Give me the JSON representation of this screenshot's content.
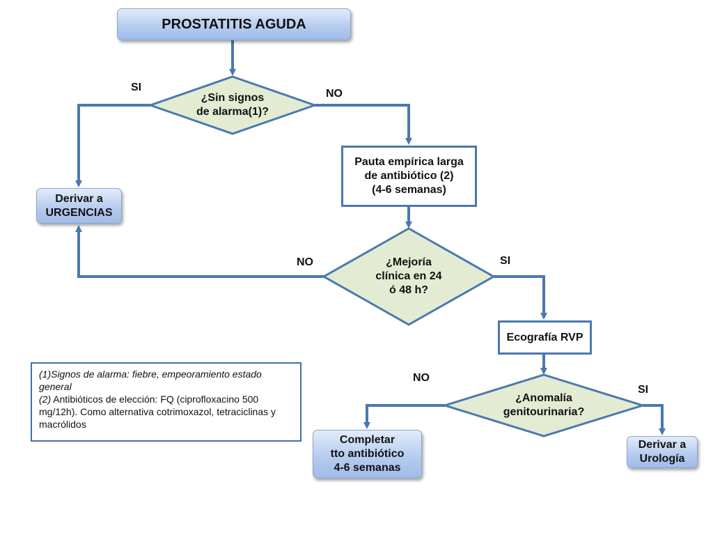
{
  "title": "PROSTATITIS AGUDA",
  "decisions": {
    "alarm": "¿Sin signos\nde alarma(1)?",
    "mejoria": "¿Mejoría\nclínica en 24\nó 48 h?",
    "anomalia": "¿Anomalía\ngenitourinaria?"
  },
  "nodes": {
    "urgencias": "Derivar a\nURGENCIAS",
    "pauta": "Pauta empírica larga\nde antibiótico (2)\n(4-6 semanas)",
    "ecografia": "Ecografía RVP",
    "completar": "Completar\ntto antibiótico\n4-6 semanas",
    "urologia": "Derivar a\nUrología"
  },
  "labels": {
    "si_1": "SI",
    "no_1": "NO",
    "no_2": "NO",
    "si_2": "SI",
    "no_3": "NO",
    "si_3": "SI"
  },
  "notes": {
    "note1": "(1)Signos de alarma: fiebre, empeoramiento estado general",
    "note2_prefix": "(2)",
    "note2_text": " Antibióticos de elección:  FQ (ciprofloxacino 500 mg/12h). Como alternativa cotrimoxazol, tetraciclinas y macrólidos"
  },
  "colors": {
    "connector": "#4a78b0",
    "diamond_fill": "#e3ebd2",
    "diamond_stroke": "#4a78b0"
  }
}
